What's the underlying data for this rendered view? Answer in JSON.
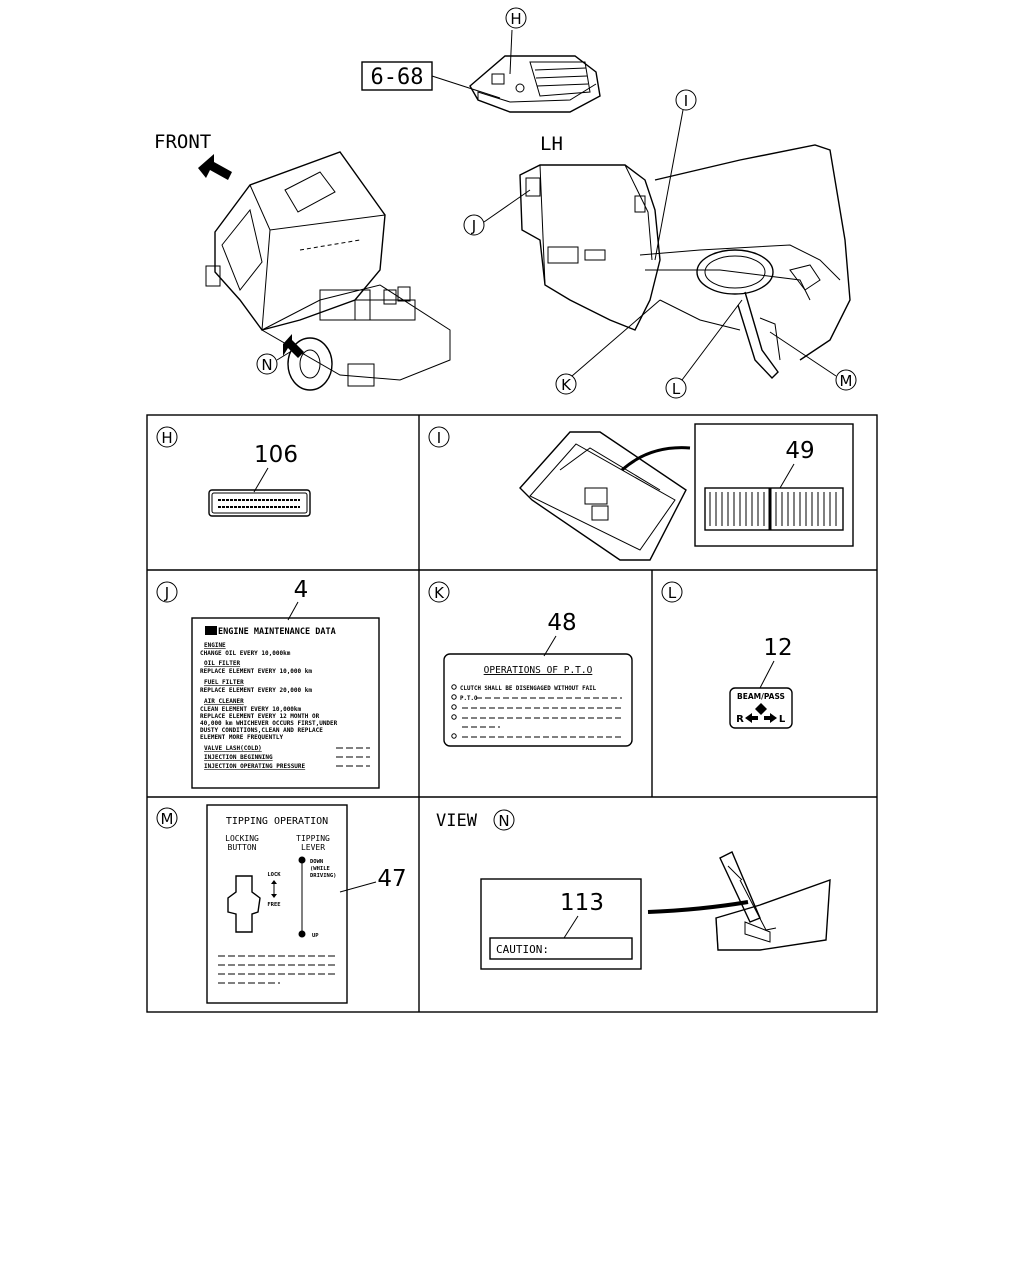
{
  "top": {
    "ref_box": "6-68",
    "front": "FRONT",
    "lh": "LH",
    "callouts": {
      "H": "H",
      "I": "I",
      "J": "J",
      "K": "K",
      "L": "L",
      "M": "M",
      "N": "N"
    }
  },
  "panels": {
    "H": {
      "letter": "H",
      "part": "106"
    },
    "I": {
      "letter": "I",
      "part": "49"
    },
    "J": {
      "letter": "J",
      "part": "4",
      "title": "ENGINE MAINTENANCE DATA",
      "lines": [
        "ENGINE",
        "CHANGE OIL EVERY 10,000km",
        "OIL FILTER",
        "REPLACE ELEMENT EVERY 10,000 km",
        "FUEL FILTER",
        "REPLACE ELEMENT EVERY 20,000 km",
        "AIR CLEANER",
        "CLEAN ELEMENT EVERY 10,000km",
        "REPLACE ELEMENT EVERY 12 MONTH OR",
        "40,000 km WHICHEVER OCCURS FIRST,UNDER",
        "DUSTY CONDITIONS,CLEAN AND REPLACE",
        "ELEMENT MORE FREQUENTLY",
        "VALVE LASH(COLD)",
        "INJECTION BEGINNING",
        "INJECTION OPERATING PRESSURE"
      ]
    },
    "K": {
      "letter": "K",
      "part": "48",
      "title": "OPERATIONS OF P.T.O",
      "line1": "CLUTCH SHALL BE DISENGAGED WITHOUT FAIL",
      "line2": "P.T.O"
    },
    "L": {
      "letter": "L",
      "part": "12",
      "label_top": "BEAM/PASS",
      "label_r": "R",
      "label_l": "L"
    },
    "M": {
      "letter": "M",
      "part": "47",
      "title": "TIPPING OPERATION",
      "col1": "LOCKING",
      "col1b": "BUTTON",
      "col2": "TIPPING",
      "col2b": "LEVER",
      "lock": "LOCK",
      "free": "FREE",
      "down": "DOWN",
      "down2": "(WHILE",
      "down3": "DRIVING)",
      "up": "UP"
    },
    "N": {
      "view": "VIEW",
      "letter": "N",
      "part": "113",
      "caution": "CAUTION:"
    }
  }
}
